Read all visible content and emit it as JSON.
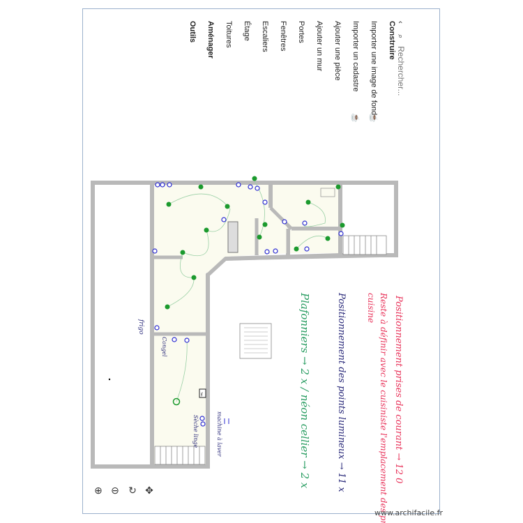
{
  "menu": {
    "search_placeholder": "Rechercher...",
    "section_construire": "Construire",
    "items": [
      "Importer une image de fond",
      "Importer un cadastre",
      "Ajouter une pièce",
      "Ajouter un mur",
      "Portes",
      "Fenêtres",
      "Escaliers",
      "Étage",
      "Toitures"
    ],
    "section_amenager": "Aménager",
    "section_outils": "Outils"
  },
  "notes": {
    "line1": "Positionnement prises de courant → 12 0",
    "line2": "Reste à définir avec le cuisiniste l'emplacement des prises",
    "line3": "cuisine",
    "line4": "Positionnement des points lumineux → 11 x",
    "line5": "Plafonniers → 2 x / néon cellier → 2 x"
  },
  "plan_labels": {
    "frigo": "frigo",
    "congel": "Congel",
    "seche_linge": "Sèche linge",
    "machine_a_laver": "machine à laver",
    "tab": "Tab"
  },
  "colors": {
    "wall": "#b9b9b9",
    "note_red": "#e8335a",
    "note_green": "#2a9d62",
    "note_blue": "#2a2a7a",
    "outlet": "#2b2bd1",
    "light": "#1b9a2d"
  },
  "watermark": "www.archifacile.fr"
}
